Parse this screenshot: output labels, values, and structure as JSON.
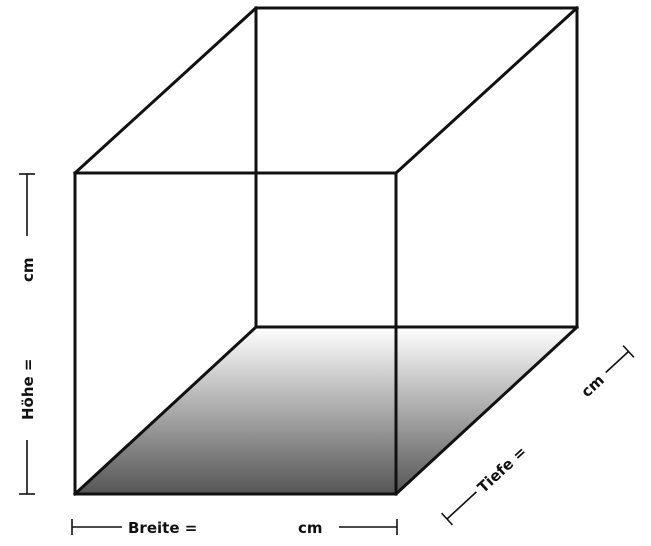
{
  "labels": {
    "breite": "Breite =",
    "breite_unit": "cm",
    "hoehe": "Höhe =",
    "hoehe_unit": "cm",
    "tiefe": "Tiefe =",
    "tiefe_unit": "cm"
  },
  "colors": {
    "line": "#111111",
    "floor_light": "#ffffff",
    "floor_dark": "#555555"
  }
}
